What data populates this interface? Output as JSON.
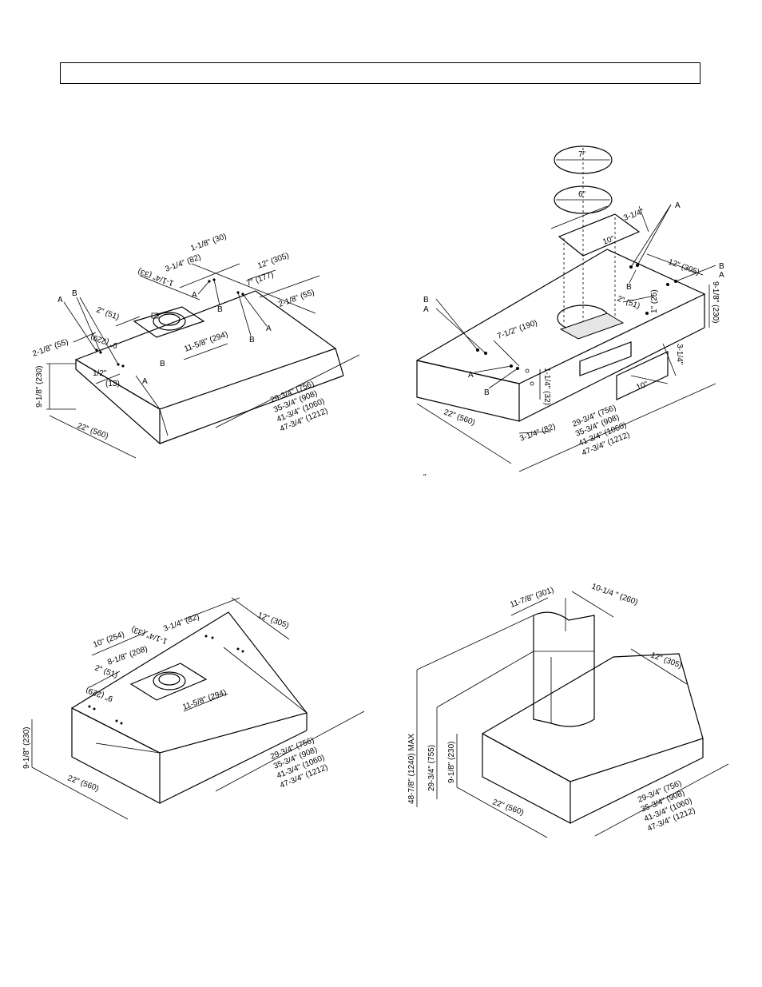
{
  "header_box": "",
  "stray_mark": "\"",
  "figures": {
    "fig1": {
      "top_a": "1-1/8\" (30)",
      "top_b": "3-1/4\" (82)",
      "top_c": "1-1/4\" (33)",
      "top_d": "12\" (305)",
      "top_e": "7\" (177)",
      "top_f": "2-1/8\" (55)",
      "left_a": "2\" (51)",
      "left_b": "9\" (229)",
      "left_c": "2-1/8\" (55)",
      "left_d": "1/2\"",
      "left_e": "(13)",
      "mid": "11-5/8\" (294)",
      "height": "9-1/8\" (230)",
      "depth": "22\" (560)",
      "widths": [
        "29-3/4\" (756)",
        "35-3/4\" (908)",
        "41-3/4\" (1060)",
        "47-3/4\" (1212)"
      ],
      "letters": {
        "a": "A",
        "b": "B"
      }
    },
    "fig2": {
      "circle_top": "7\"",
      "circle_bottom": "6\"",
      "rect_w": "10\"",
      "rect_h": "3-1/4\"",
      "right_a": "12\" (305)",
      "right_b": "2\" (51)",
      "right_c": "1\" (25)",
      "right_d": "3-1/4\"",
      "right_e": "10\"",
      "height": "9-1/8\" (230)",
      "left_a": "7-1/2\" (190)",
      "left_b": "1-1/4\" (32)",
      "left_c": "3-1/4\" (82)",
      "depth": "22\" (560)",
      "widths": [
        "29-3/4\" (756)",
        "35-3/4\" (908)",
        "41-3/4\" (1060)",
        "47-3/4\" (1212)"
      ],
      "letters": {
        "a": "A",
        "b": "B"
      }
    },
    "fig3": {
      "top_a": "3-1/4\" (82)",
      "top_b": "12\" (305)",
      "top_c": "1-1/4\" (33)",
      "left_a": "10\" (254)",
      "left_b": "8-1/8\" (208)",
      "left_c": "2\" (51)",
      "left_d": "9\" (229)",
      "mid": "11-5/8\" (294)",
      "height": "9-1/8\" (230)",
      "depth": "22\" (560)",
      "widths": [
        "29-3/4\" (756)",
        "35-3/4\" (908)",
        "41-3/4\" (1060)",
        "47-3/4\" (1212)"
      ]
    },
    "fig4": {
      "chimney_w": "11-7/8\" (301)",
      "chimney_d": "10-1/4 \" (260)",
      "top_depth": "12\" (305)",
      "max_h": "48-7/8\" (1240) MAX",
      "min_h": "29-3/4\" (755)",
      "height": "9-1/8\" (230)",
      "depth": "22\" (560)",
      "widths": [
        "29-3/4\" (756)",
        "35-3/4\" (908)",
        "41-3/4\" (1060)",
        "47-3/4\" (1212)"
      ]
    }
  }
}
